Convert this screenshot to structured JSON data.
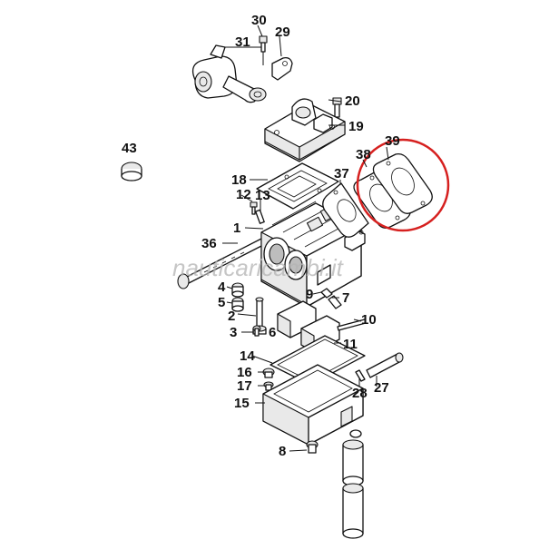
{
  "watermark": "nauticaricambi.it",
  "highlight_color": "#d6201f",
  "line_color": "#111111",
  "callouts": {
    "p1": "1",
    "p2": "2",
    "p3": "3",
    "p4": "4",
    "p5": "5",
    "p6": "6",
    "p7": "7",
    "p8": "8",
    "p9": "9",
    "p10": "10",
    "p11": "11",
    "p12": "12",
    "p13": "13",
    "p14": "14",
    "p15": "15",
    "p16": "16",
    "p17": "17",
    "p18": "18",
    "p19": "19",
    "p20": "20",
    "p27": "27",
    "p28": "28",
    "p29": "29",
    "p30": "30",
    "p31": "31",
    "p36": "36",
    "p37": "37",
    "p38": "38",
    "p39": "39",
    "p43": "43"
  }
}
